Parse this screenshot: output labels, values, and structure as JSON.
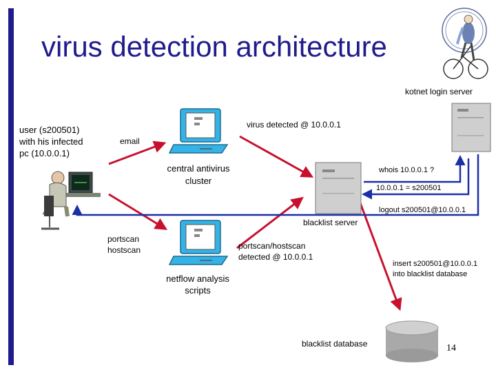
{
  "title": "virus detection architecture",
  "labels": {
    "kotnet_login_server": "kotnet login server",
    "user_line1": "user (s200501)",
    "user_line2": "with his infected",
    "user_line3": "pc (10.0.0.1)",
    "email": "email",
    "virus_detected": "virus detected @ 10.0.0.1",
    "central_av_line1": "central antivirus",
    "central_av_line2": "cluster",
    "whois": "whois 10.0.0.1 ?",
    "whois_answer": "10.0.0.1 = s200501",
    "logout": "logout s200501@10.0.0.1",
    "blacklist_server": "blacklist server",
    "portscan": "portscan",
    "hostscan": "hostscan",
    "portscan_detected_line1": "portscan/hostscan",
    "portscan_detected_line2": "detected @ 10.0.0.1",
    "netflow_line1": "netflow analysis",
    "netflow_line2": "scripts",
    "insert_line1": "insert s200501@10.0.0.1",
    "insert_line2": "into blacklist database",
    "blacklist_database": "blacklist database"
  },
  "page_number": "14",
  "icons": {
    "logo": "cyclist-logo-icon",
    "user": "user-at-pc-icon",
    "av_workstation": "workstation-icon",
    "netflow_workstation": "workstation-icon",
    "blacklist_server": "server-tower-icon",
    "login_server": "server-tower-icon",
    "database": "database-cylinder-icon"
  },
  "colors": {
    "title": "#1f1b8c",
    "accent_bar": "#1f1b8c",
    "arrow": "#c8102e",
    "connector": "#1a2fa8"
  }
}
